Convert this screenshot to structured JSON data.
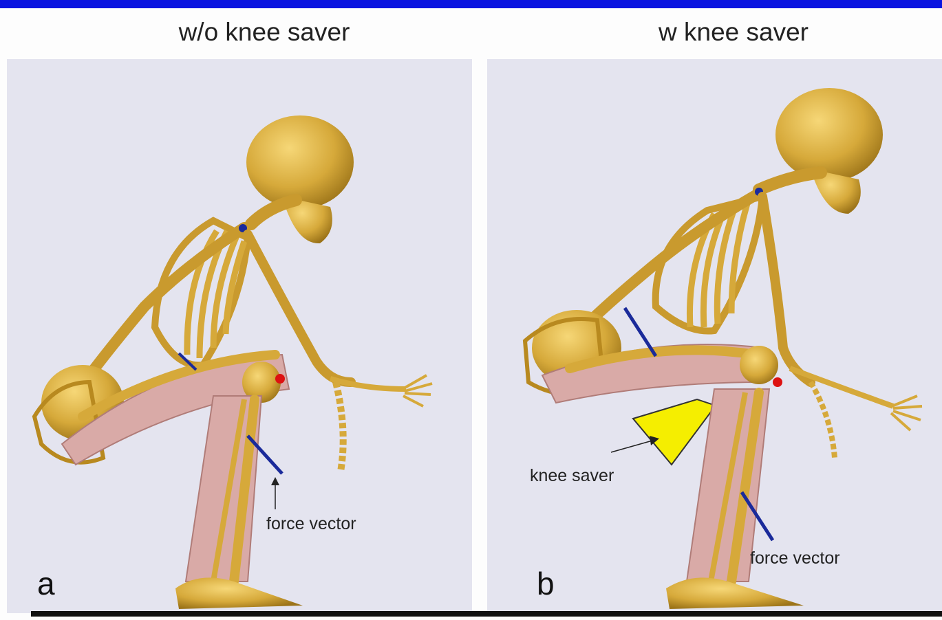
{
  "panels": [
    {
      "title": "w/o knee saver",
      "letter": "a",
      "annotations": {
        "force_vector": "force vector"
      }
    },
    {
      "title": "w knee saver",
      "letter": "b",
      "annotations": {
        "knee_saver": "knee saver",
        "force_vector": "force vector"
      }
    }
  ],
  "colors": {
    "header_bar": "#0a14e0",
    "panel_background": "#e4e4ef",
    "bone": "#d6a93a",
    "muscle": "#d9aaa7",
    "force_vector": "#1a2a9a",
    "knee_saver": "#f5ee00",
    "ground": "#111111"
  }
}
